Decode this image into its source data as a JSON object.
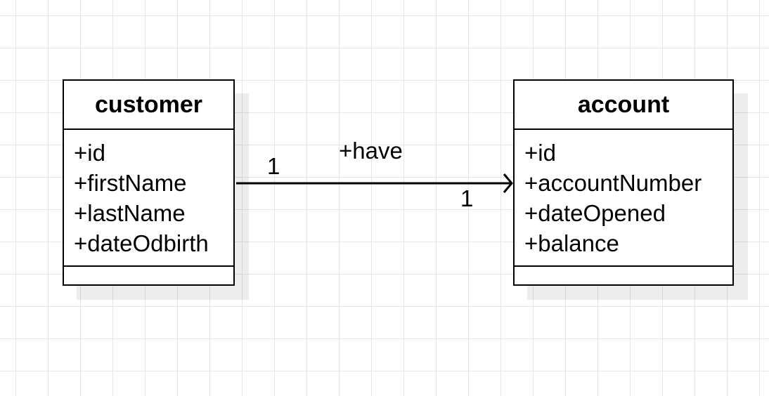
{
  "classes": {
    "customer": {
      "name": "customer",
      "attributes": [
        "+id",
        "+firstName",
        "+lastName",
        "+dateOdbirth"
      ]
    },
    "account": {
      "name": "account",
      "attributes": [
        "+id",
        "+accountNumber",
        "+dateOpened",
        "+balance"
      ]
    }
  },
  "association": {
    "name": "+have",
    "source_multiplicity": "1",
    "target_multiplicity": "1",
    "source": "customer",
    "target": "account",
    "navigable_to": "account"
  },
  "colors": {
    "line": "#000000",
    "grid": "#e6e6e6",
    "background": "#ffffff"
  }
}
